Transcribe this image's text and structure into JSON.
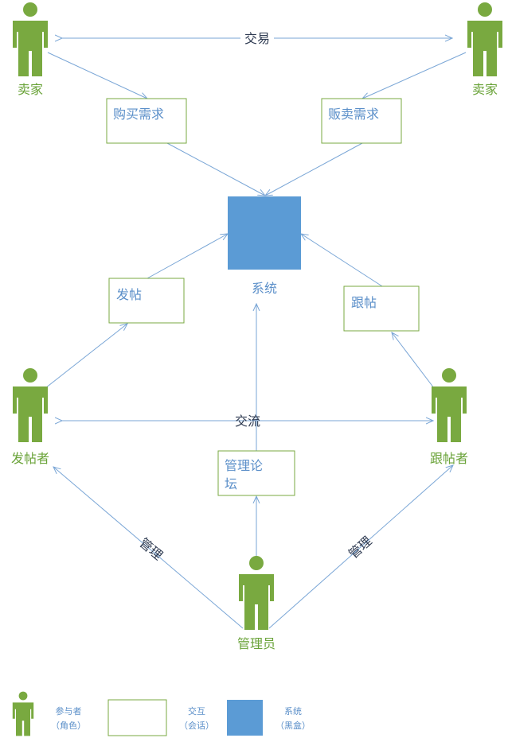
{
  "actors": {
    "seller_left": "卖家",
    "seller_right": "卖家",
    "poster": "发帖者",
    "replier": "跟帖者",
    "admin": "管理员"
  },
  "interactions": {
    "buy_request": "购买需求",
    "sell_request": "贩卖需求",
    "post": "发帖",
    "reply": "跟帖",
    "manage_forum_line1": "管理论",
    "manage_forum_line2": "坛"
  },
  "system": {
    "label": "系统"
  },
  "edge_labels": {
    "trade": "交易",
    "exchange": "交流",
    "manage_left": "管理",
    "manage_right": "管理"
  },
  "legend": {
    "actor_line1": "参与者",
    "actor_line2": "（角色）",
    "interaction_line1": "交互",
    "interaction_line2": "（会话）",
    "system_line1": "系统",
    "system_line2": "（黑盒）"
  },
  "colors": {
    "actor_green": "#79a940",
    "system_blue": "#5b9bd5",
    "edge_blue": "#7aa6d6",
    "label_blue": "#5b8fc9"
  }
}
